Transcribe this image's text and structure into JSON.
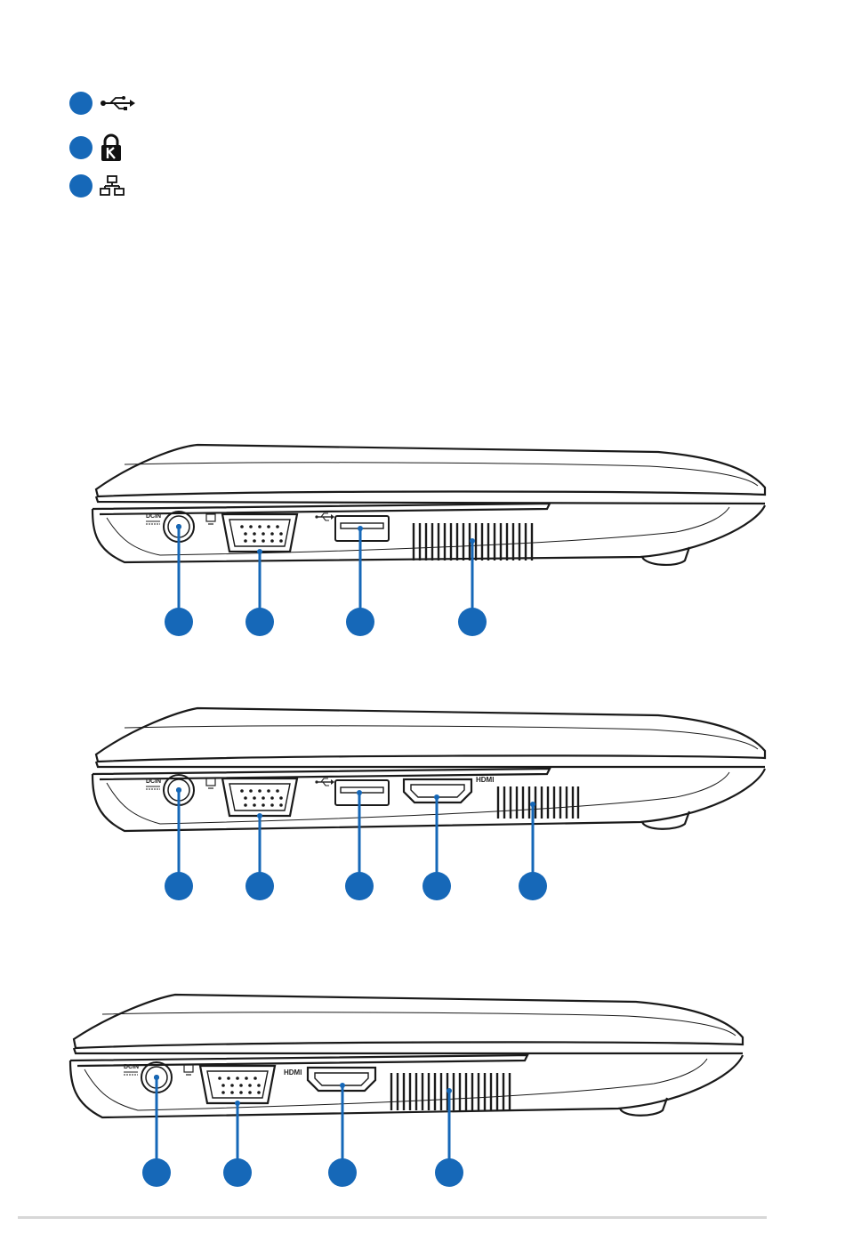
{
  "legend": [
    {
      "icon": "usb-icon"
    },
    {
      "icon": "kensington-lock-icon"
    },
    {
      "icon": "lan-network-icon"
    }
  ],
  "diagrams": [
    {
      "name": "model-a",
      "labels": {
        "dcin": "DCIN",
        "hdmi": ""
      }
    },
    {
      "name": "model-b",
      "labels": {
        "dcin": "DCIN",
        "hdmi": "HDMI"
      }
    },
    {
      "name": "model-c",
      "labels": {
        "dcin": "DCIN",
        "hdmi": "HDMI"
      }
    }
  ],
  "colors": {
    "callout": "#1668b8",
    "outline": "#1a1a1a",
    "footer": "#d7d7d7"
  }
}
